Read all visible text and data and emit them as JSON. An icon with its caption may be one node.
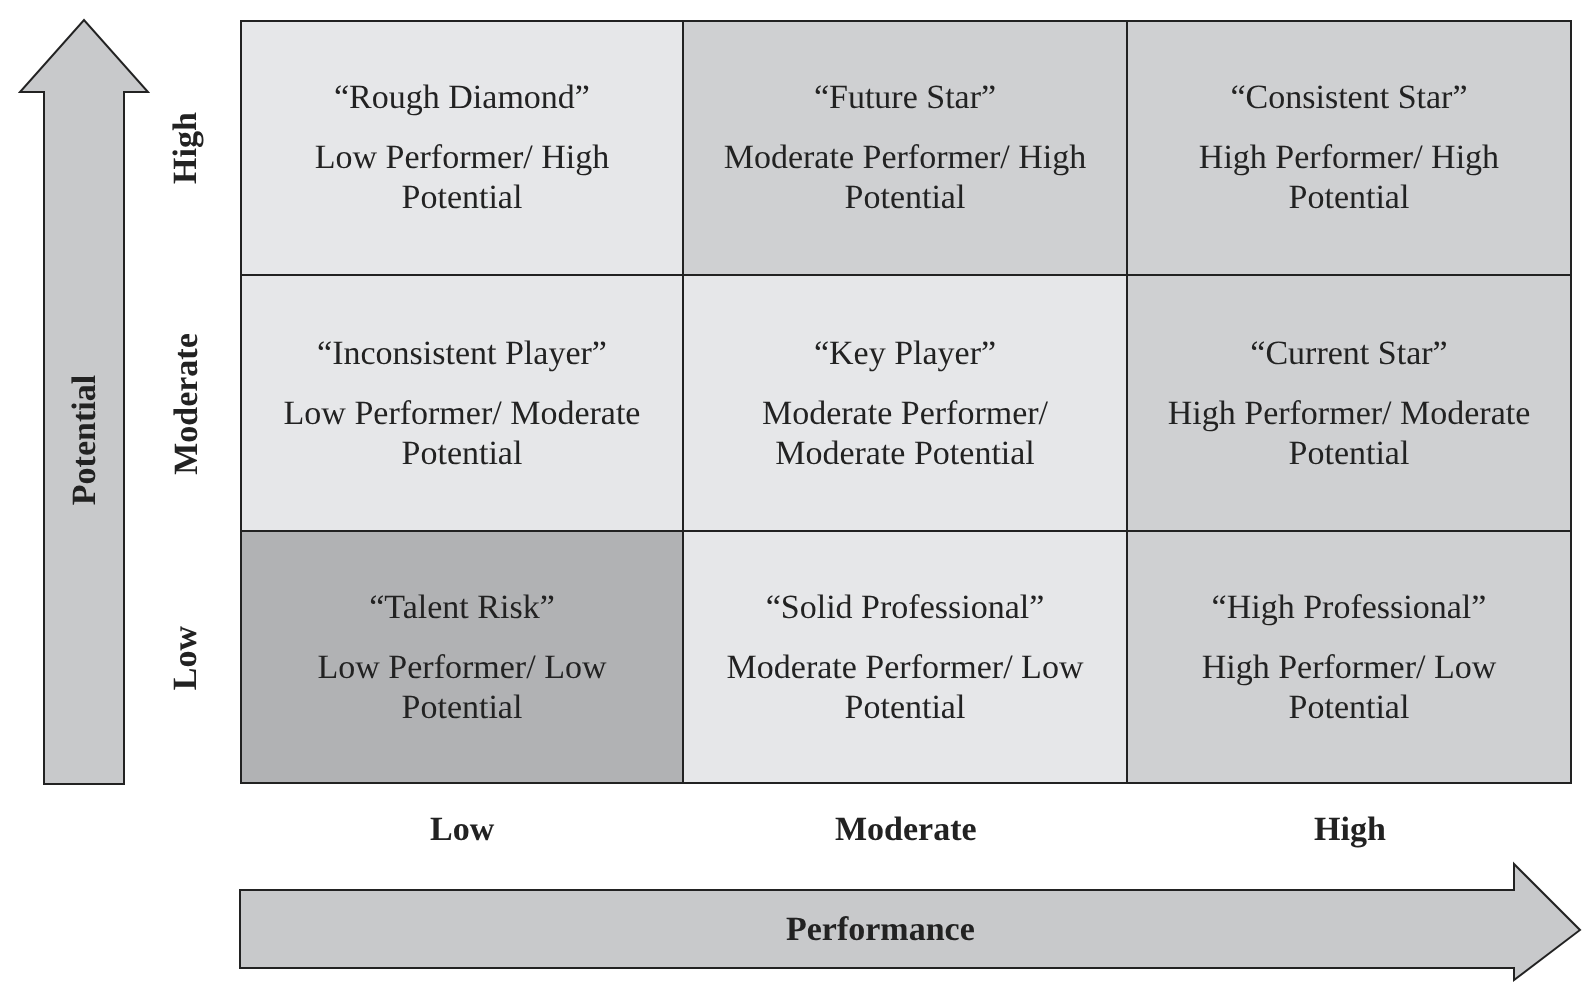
{
  "diagram": {
    "nodes": [
      {
        "text": [
          "“Rough Diamond”",
          "Low Performer/ High Potential"
        ]
      },
      {
        "text": [
          "“Future Star”",
          "Moderate Performer/ High Potential"
        ]
      },
      {
        "text": [
          "“Consistent Star”",
          "High Performer/ High Potential"
        ]
      },
      {
        "text": [
          "“Inconsistent Player”",
          "Low Performer/ Moderate Potential"
        ]
      },
      {
        "text": [
          "“Key Player”",
          "Moderate Performer/ Moderate Potential"
        ]
      },
      {
        "text": [
          "“Current Star”",
          "High Performer/ Moderate Potential"
        ]
      },
      {
        "text": [
          "“Talent Risk”",
          "Low Performer/ Low Potential"
        ]
      },
      {
        "text": [
          "“Solid Professional”",
          "Moderate Performer/ Low Potential"
        ]
      },
      {
        "text": [
          "“High Professional”",
          "High Performer/ Low Potential"
        ]
      }
    ],
    "labels": [
      "Potential",
      "High",
      "Moderate",
      "Low",
      "Low",
      "Moderate",
      "High",
      "Performance"
    ]
  }
}
